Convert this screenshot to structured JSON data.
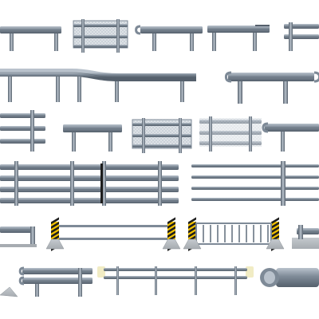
{
  "scene": {
    "title": "",
    "background": "#ffffff",
    "colors": {
      "steel": "#7e8a97",
      "steel_light": "#b9c2cc",
      "steel_dark": "#55606c",
      "mesh": "#c7ced6",
      "hazard_yellow": "#f2c200",
      "hazard_black": "#1e1e1e",
      "reflector_cream": "#f1ecc4",
      "concrete": "#a7acb1"
    },
    "items": [
      {
        "id": 1,
        "label": "",
        "kind": "w-beam-rail-short"
      },
      {
        "id": 2,
        "label": "",
        "kind": "mesh-panel-fence"
      },
      {
        "id": 3,
        "label": "",
        "kind": "w-beam-rail-end-terminal"
      },
      {
        "id": 4,
        "label": "",
        "kind": "w-beam-rail-two-post"
      },
      {
        "id": 5,
        "label": "",
        "kind": "double-rail-guard"
      },
      {
        "id": 6,
        "label": "",
        "kind": "w-beam-rail-curved"
      },
      {
        "id": 7,
        "label": "",
        "kind": "w-beam-rail-end-terminal"
      },
      {
        "id": 8,
        "label": "",
        "kind": "triple-rail-fence"
      },
      {
        "id": 9,
        "label": "",
        "kind": "w-beam-rail-short"
      },
      {
        "id": 10,
        "label": "",
        "kind": "mesh-panel-fence"
      },
      {
        "id": 11,
        "label": "",
        "kind": "triple-rail-fence"
      },
      {
        "id": 12,
        "label": "",
        "kind": "w-beam-rail-end-terminal"
      },
      {
        "id": 13,
        "label": "",
        "kind": "four-rail-barrier-long"
      },
      {
        "id": 14,
        "label": "",
        "kind": "four-rail-barrier-long"
      },
      {
        "id": 15,
        "label": "",
        "kind": "w-beam-rail-end"
      },
      {
        "id": 16,
        "label": "",
        "kind": "hazard-post-crowd-rail"
      },
      {
        "id": 17,
        "label": "",
        "kind": "hazard-post-picket-barrier"
      },
      {
        "id": 18,
        "label": "",
        "kind": "concrete-base-rail-end"
      },
      {
        "id": 19,
        "label": "",
        "kind": "concrete-base-wedge"
      },
      {
        "id": 20,
        "label": "",
        "kind": "w-beam-rail-end-terminal"
      },
      {
        "id": 21,
        "label": "",
        "kind": "reflector-rail-three-post"
      },
      {
        "id": 22,
        "label": "",
        "kind": "end-terminal-reflector-cap"
      }
    ]
  }
}
